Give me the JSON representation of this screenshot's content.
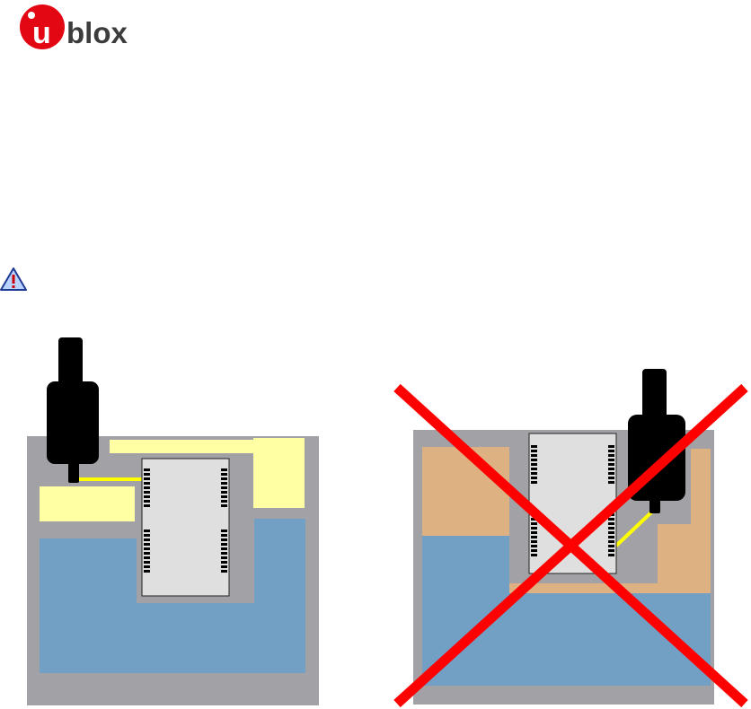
{
  "logo": {
    "brand_text": "ublox"
  },
  "icons": {
    "warning": "warning-triangle-icon"
  },
  "colors": {
    "brand_red": "#e30613",
    "board_gray": "#a2a1a5",
    "ground_blue": "#729fc4",
    "keepout_yellow": "#ffffa4",
    "copper_tan": "#deb182",
    "module_gray": "#dfdfdf",
    "connector_black": "#000000",
    "trace_yellow": "#ffff00",
    "cross_red": "#ff0000"
  },
  "diagram": {
    "left_layout": {
      "verdict": "correct"
    },
    "right_layout": {
      "verdict": "incorrect",
      "mark": "red-x"
    }
  }
}
